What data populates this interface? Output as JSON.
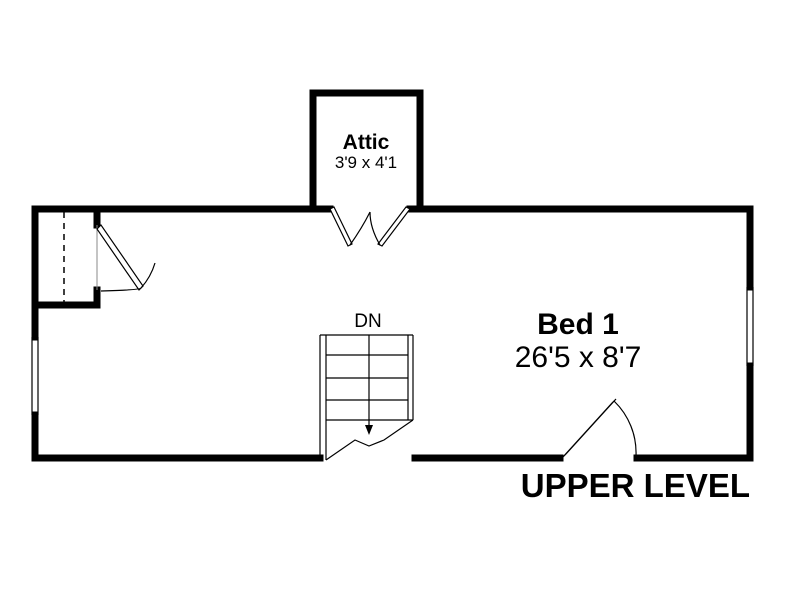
{
  "rooms": {
    "attic": {
      "name": "Attic",
      "dimensions": "3'9 x 4'1"
    },
    "bed1": {
      "name": "Bed 1",
      "dimensions": "26'5 x 8'7"
    }
  },
  "stairs": {
    "label": "DN"
  },
  "level": {
    "title": "UPPER LEVEL"
  }
}
